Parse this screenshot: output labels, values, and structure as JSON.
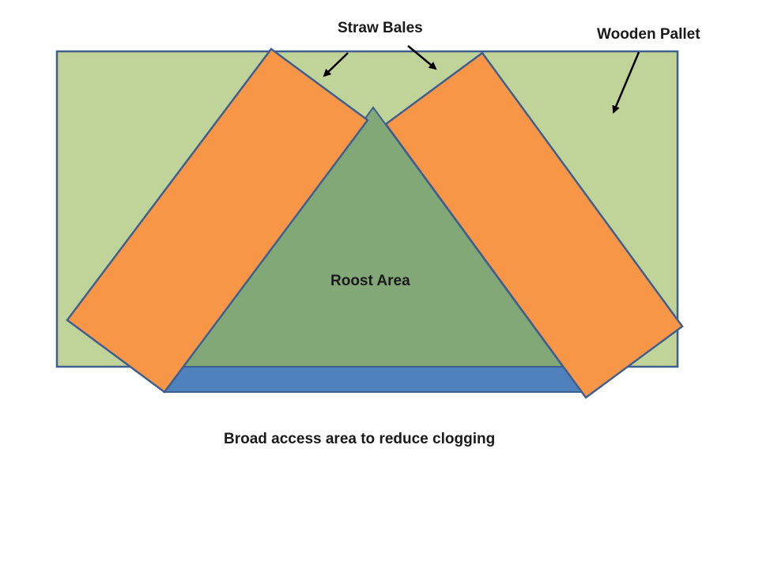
{
  "labels": {
    "straw_bales": "Straw Bales",
    "wooden_pallet": "Wooden Pallet",
    "roost_area": "Roost Area",
    "access_caption": "Broad access area to reduce clogging"
  },
  "colors": {
    "pallet_fill": "#c0d398",
    "pallet_stroke": "#3f5f8f",
    "bale_fill": "#f79646",
    "bale_stroke": "#3f5f8f",
    "roost_fill": "#83a878",
    "access_fill": "#4f81bd",
    "arrow": "#000000"
  }
}
